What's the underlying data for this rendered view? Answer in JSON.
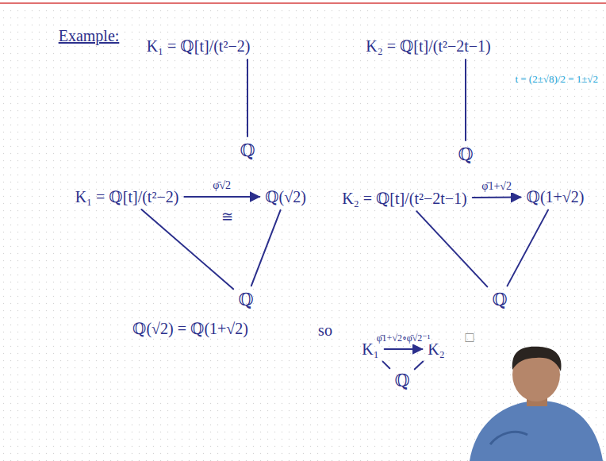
{
  "diagram": {
    "nodes": [
      {
        "text": [
          "K₁ = ℚ[t]/(t²−2)"
        ]
      },
      {
        "text": [
          "ℚ"
        ]
      },
      {
        "text": [
          "K₂ = ℚ[t]/(t²−2t−1)"
        ]
      },
      {
        "text": [
          "ℚ"
        ]
      },
      {
        "text": [
          "K₁ = ℚ[t]/(t²−2)"
        ]
      },
      {
        "text": [
          "ℚ(√2)"
        ]
      },
      {
        "text": [
          "K₂ = ℚ[t]/(t²−2t−1)"
        ]
      },
      {
        "text": [
          "ℚ(1+√2)"
        ]
      },
      {
        "text": [
          "ℚ"
        ]
      },
      {
        "text": [
          "ℚ"
        ]
      },
      {
        "text": [
          "K₁"
        ]
      },
      {
        "text": [
          "K₂"
        ]
      },
      {
        "text": [
          "ℚ"
        ]
      }
    ],
    "edges": [
      {
        "from": 0,
        "to": 1,
        "arrow": "none"
      },
      {
        "from": 2,
        "to": 3,
        "arrow": "none"
      },
      {
        "from": 4,
        "to": 5,
        "arrow": "to",
        "label": "φ̄√2"
      },
      {
        "from": 4,
        "to": 8,
        "arrow": "none"
      },
      {
        "from": 5,
        "to": 8,
        "arrow": "none"
      },
      {
        "from": 6,
        "to": 7,
        "arrow": "to",
        "label": "φ̄1+√2"
      },
      {
        "from": 6,
        "to": 9,
        "arrow": "none"
      },
      {
        "from": 7,
        "to": 9,
        "arrow": "none"
      },
      {
        "from": 10,
        "to": 11,
        "arrow": "to",
        "label": "φ̄1+√2∘φ̄√2⁻¹"
      },
      {
        "from": 10,
        "to": 12,
        "arrow": "none"
      },
      {
        "from": 11,
        "to": 12,
        "arrow": "none"
      }
    ],
    "labels": [
      "Example:",
      "t = (2±√8)/2 = 1±√2",
      "≅",
      "ℚ(√2) = ℚ(1+√2)",
      "so",
      "□"
    ]
  }
}
